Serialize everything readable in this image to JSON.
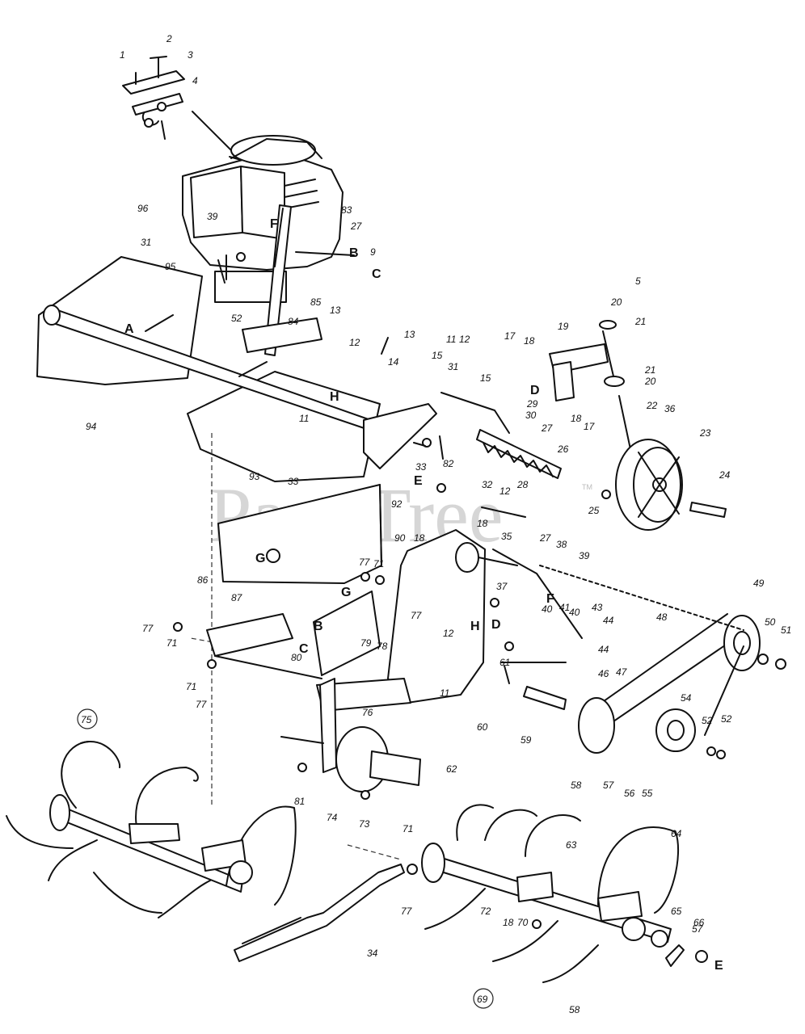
{
  "watermark": {
    "text": "PartsTree",
    "trademark": "TM"
  },
  "labels": {
    "l1": "1",
    "l2": "2",
    "l3": "3",
    "l4": "4",
    "l5": "5",
    "l9": "9",
    "l11a": "11",
    "l11b": "11",
    "l11c": "11",
    "l12a": "12",
    "l12b": "12",
    "l12c": "12",
    "l12d": "12",
    "l13a": "13",
    "l13b": "13",
    "l14": "14",
    "l15a": "15",
    "l15b": "15",
    "l17a": "17",
    "l17b": "17",
    "l18a": "18",
    "l18b": "18",
    "l18c": "18",
    "l18d": "18",
    "l18e": "18",
    "l19": "19",
    "l20a": "20",
    "l20b": "20",
    "l21a": "21",
    "l21b": "21",
    "l22": "22",
    "l23": "23",
    "l24": "24",
    "l25": "25",
    "l26": "26",
    "l27a": "27",
    "l27b": "27",
    "l27c": "27",
    "l28": "28",
    "l29": "29",
    "l30": "30",
    "l31a": "31",
    "l31b": "31",
    "l32": "32",
    "l33a": "33",
    "l33b": "33",
    "l34": "34",
    "l35": "35",
    "l36": "36",
    "l37": "37",
    "l38": "38",
    "l39a": "39",
    "l39b": "39",
    "l40a": "40",
    "l40b": "40",
    "l41": "41",
    "l43": "43",
    "l44a": "44",
    "l44b": "44",
    "l46": "46",
    "l47": "47",
    "l48": "48",
    "l49": "49",
    "l50": "50",
    "l51": "51",
    "l52a": "52",
    "l52b": "52",
    "l52c": "52",
    "l54": "54",
    "l55": "55",
    "l56": "56",
    "l57a": "57",
    "l57b": "57",
    "l58a": "58",
    "l58b": "58",
    "l59": "59",
    "l60": "60",
    "l61": "61",
    "l62": "62",
    "l63": "63",
    "l64": "64",
    "l65": "65",
    "l66": "66",
    "l69": "69",
    "l70": "70",
    "l71a": "71",
    "l71b": "71",
    "l71c": "71",
    "l71d": "71",
    "l72": "72",
    "l73": "73",
    "l74": "74",
    "l75": "75",
    "l76": "76",
    "l77a": "77",
    "l77b": "77",
    "l77c": "77",
    "l77d": "77",
    "l77e": "77",
    "l78": "78",
    "l79": "79",
    "l80": "80",
    "l81": "81",
    "l82": "82",
    "l83": "83",
    "l84": "84",
    "l85": "85",
    "l86": "86",
    "l87": "87",
    "l90": "90",
    "l92": "92",
    "l93": "93",
    "l94": "94",
    "l95": "95",
    "l96": "96"
  },
  "reference_letters": {
    "A": "A",
    "B1": "B",
    "B2": "B",
    "C1": "C",
    "C2": "C",
    "D1": "D",
    "D2": "D",
    "E1": "E",
    "E2": "E",
    "F1": "F",
    "F2": "F",
    "G1": "G",
    "G2": "G",
    "H1": "H",
    "H2": "H"
  }
}
